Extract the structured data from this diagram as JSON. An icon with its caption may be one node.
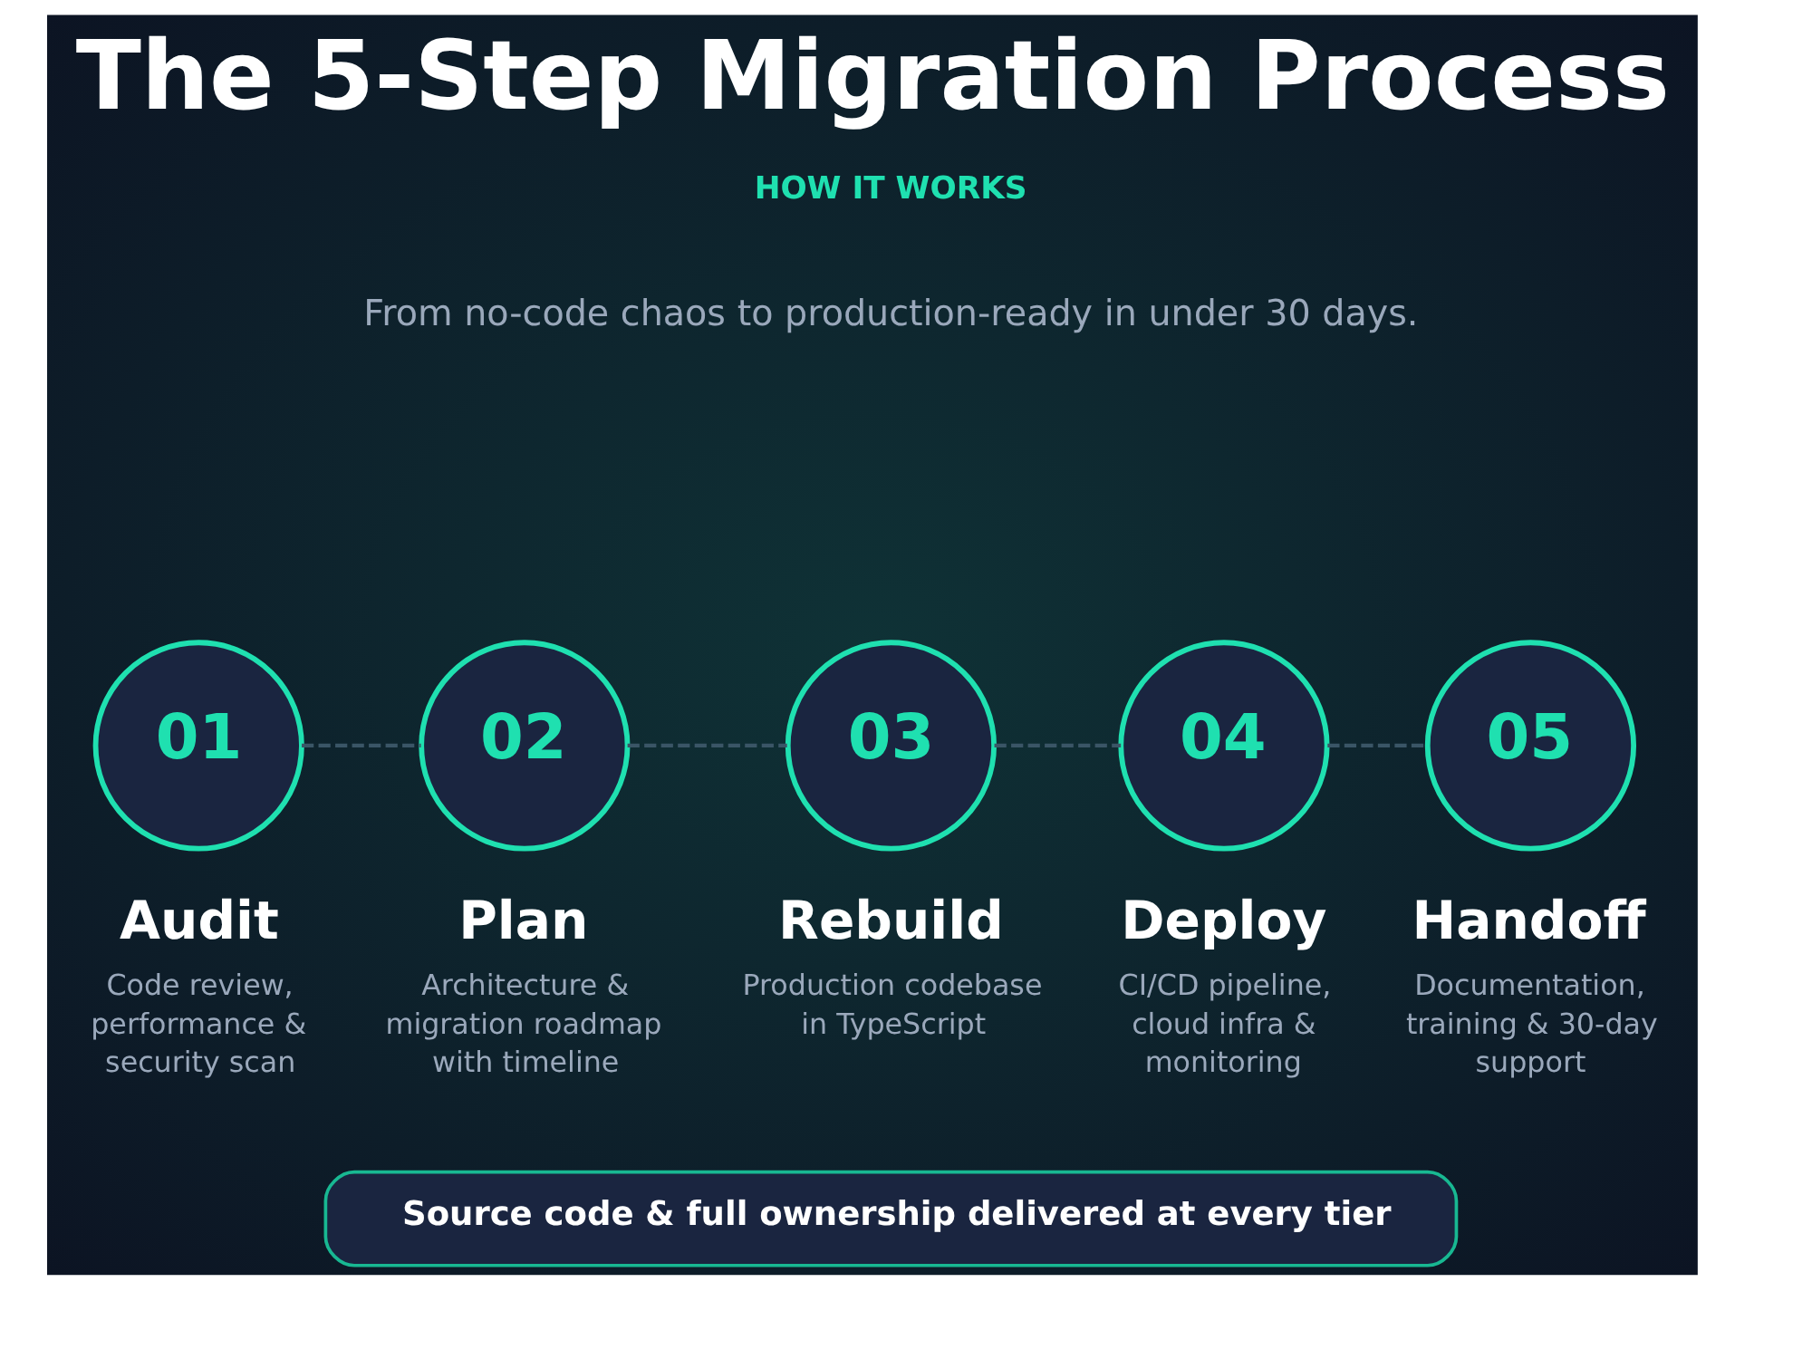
{
  "diagram": {
    "title": "The 5-Step Migration Process",
    "nodes": [
      {
        "text": [
          "01",
          "Audit",
          "Code review, performance & security scan"
        ]
      },
      {
        "text": [
          "02",
          "Plan",
          "Architecture & migration roadmap with timeline"
        ]
      },
      {
        "text": [
          "03",
          "Rebuild",
          "Production codebase in TypeScript"
        ]
      },
      {
        "text": [
          "04",
          "Deploy",
          "CI/CD pipeline, cloud infra & monitoring"
        ]
      },
      {
        "text": [
          "05",
          "Handoff",
          "Documentation, training & 30-day support"
        ]
      },
      {
        "text": [
          "Source code & full ownership delivered at every tier"
        ]
      }
    ],
    "edges": [
      {
        "from": 0,
        "to": 1,
        "arrow": "none",
        "style": "dashed"
      },
      {
        "from": 1,
        "to": 2,
        "arrow": "none",
        "style": "dashed"
      },
      {
        "from": 2,
        "to": 3,
        "arrow": "none",
        "style": "dashed"
      },
      {
        "from": 3,
        "to": 4,
        "arrow": "none",
        "style": "dashed"
      }
    ],
    "labels": [
      "HOW IT WORKS",
      "From no-code chaos to production-ready in under 30 days."
    ]
  }
}
